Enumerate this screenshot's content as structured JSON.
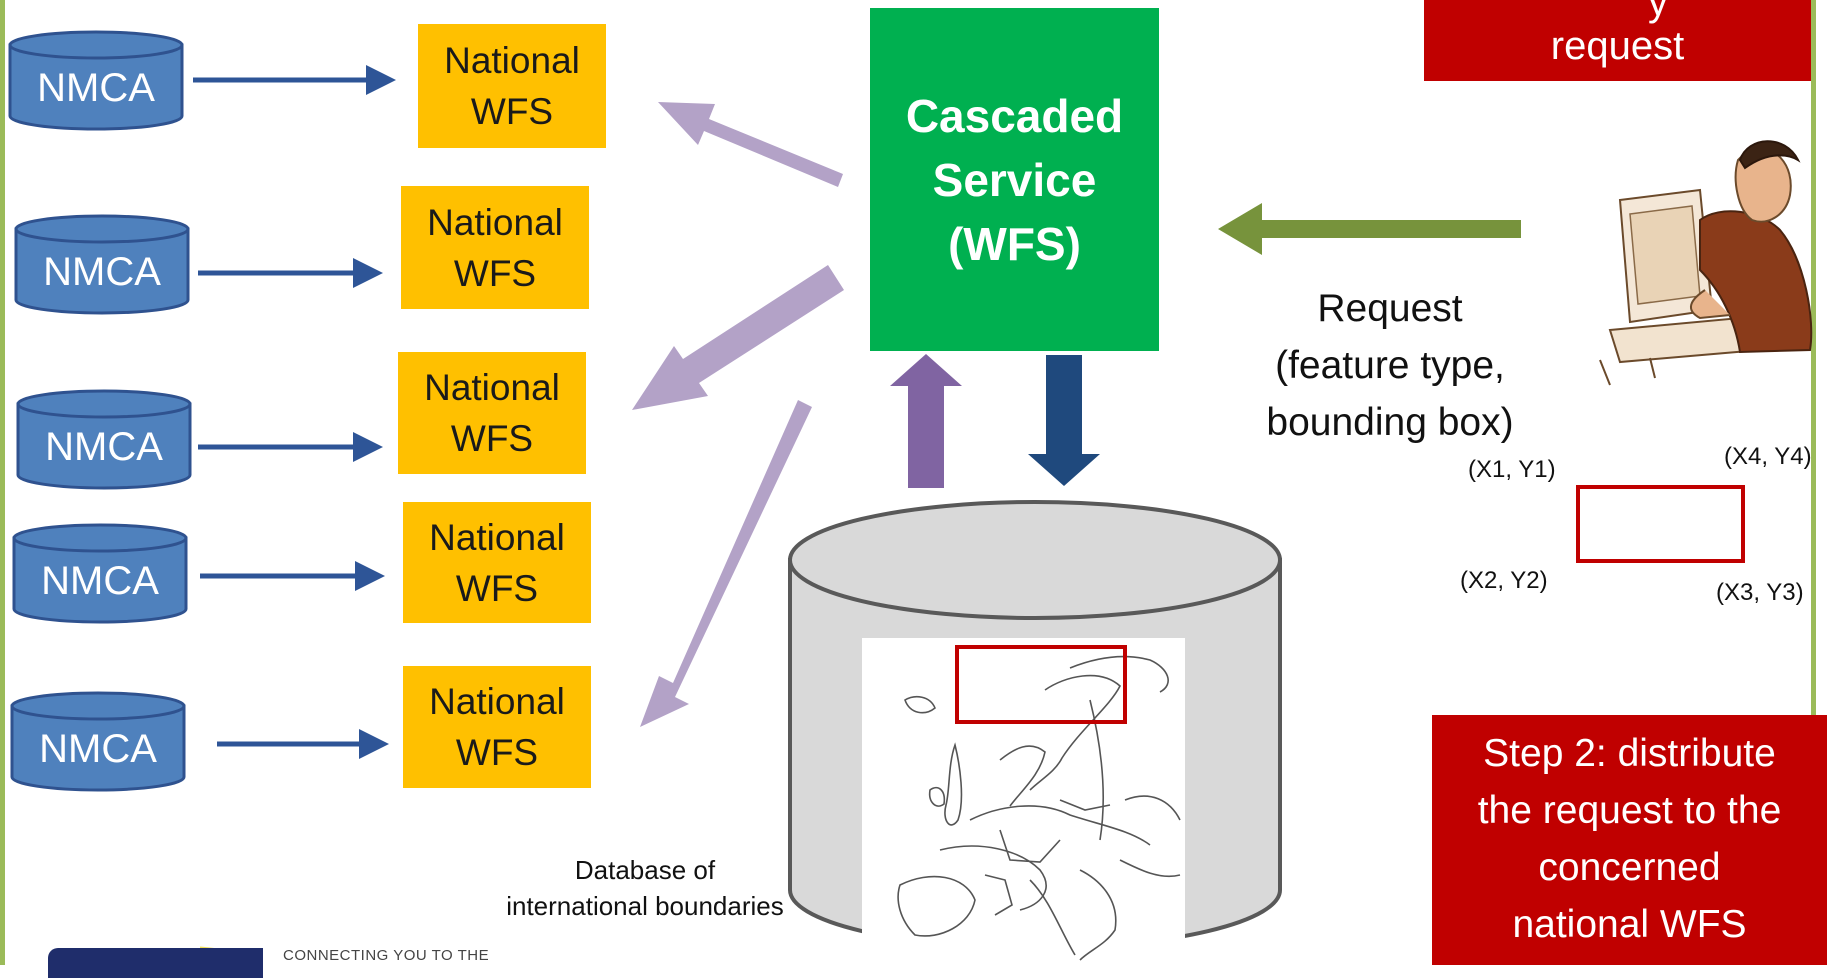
{
  "step1": {
    "line1": "y",
    "line2": "request"
  },
  "step2": {
    "line1": "Step 2: distribute",
    "line2": "the request to the",
    "line3": "concerned",
    "line4": "national WFS"
  },
  "cascade": {
    "line1": "Cascaded",
    "line2": "Service",
    "line3": "(WFS)"
  },
  "sources": [
    {
      "nmca": "NMCA",
      "wfs_line1": "National",
      "wfs_line2": "WFS"
    },
    {
      "nmca": "NMCA",
      "wfs_line1": "National",
      "wfs_line2": "WFS"
    },
    {
      "nmca": "NMCA",
      "wfs_line1": "National",
      "wfs_line2": "WFS"
    },
    {
      "nmca": "NMCA",
      "wfs_line1": "National",
      "wfs_line2": "WFS"
    },
    {
      "nmca": "NMCA",
      "wfs_line1": "National",
      "wfs_line2": "WFS"
    }
  ],
  "request": {
    "line1": "Request",
    "line2": "(feature type,",
    "line3": "bounding box)"
  },
  "bbox_corners": {
    "c1": "(X1, Y1)",
    "c2": "(X2, Y2)",
    "c3": "(X3, Y3)",
    "c4": "(X4, Y4)"
  },
  "database": {
    "line1": "Database of",
    "line2": "international boundaries"
  },
  "footer": {
    "tagline": "CONNECTING YOU TO THE"
  },
  "colors": {
    "green_frame": "#9bbb59",
    "wfs_fill": "#ffc000",
    "cascade_fill": "#00b050",
    "step_fill": "#c00000",
    "cylinder_blue": "#4f81bd",
    "arrow_lilac": "#b3a2c7",
    "arrow_navy": "#1f497d",
    "arrow_purple": "#8064a2",
    "arrow_olive": "#77933c",
    "bbox_red": "#c00000"
  }
}
